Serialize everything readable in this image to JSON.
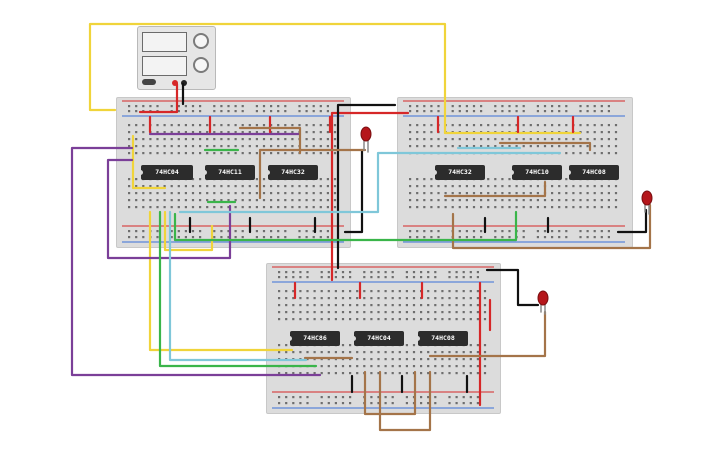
{
  "ic_labels": {
    "top_left": [
      "74HC04",
      "74HC11",
      "74HC32"
    ],
    "top_right": [
      "74HC32",
      "74HC10",
      "74HC08"
    ],
    "bottom": [
      "74HC86",
      "74HC04",
      "74HC08"
    ]
  },
  "colors": {
    "yellow": "#f0d43a",
    "purple": "#7b3f98",
    "red": "#d62728",
    "black": "#111111",
    "brown": "#a47449",
    "green": "#3ab54a",
    "cyan": "#7fc7d9",
    "led": "#b5161b",
    "chip": "#2c2c2c",
    "board": "#dcdcdc"
  }
}
